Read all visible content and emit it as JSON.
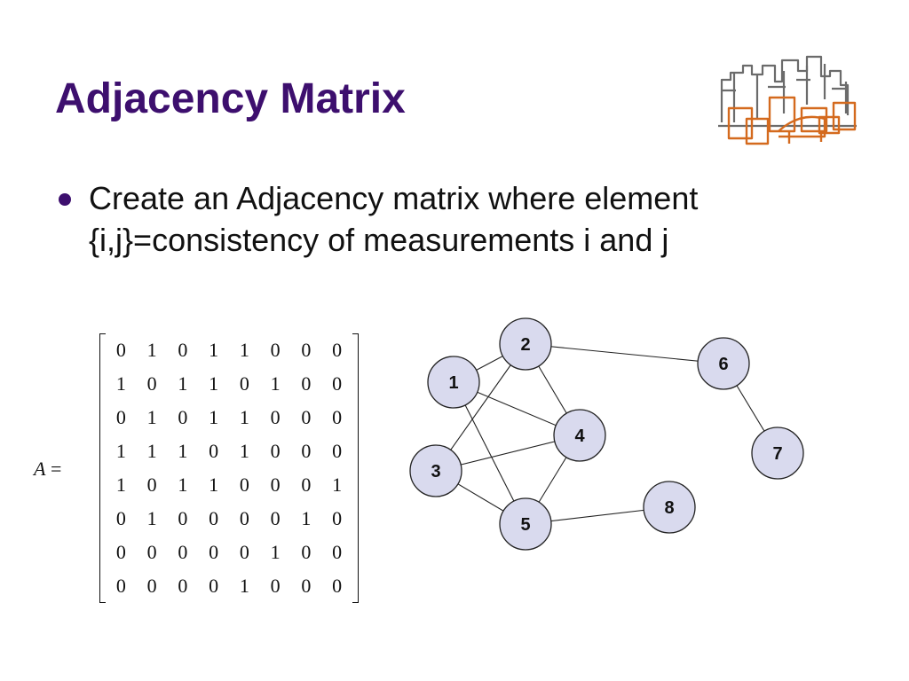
{
  "slide": {
    "title": "Adjacency Matrix",
    "bullets": [
      "Create an Adjacency matrix where element {i,j}=consistency of measurements i and j"
    ]
  },
  "logo": {
    "icon": "city-skyline-logo-icon",
    "colors": [
      "#6b6b6b",
      "#d46a1e"
    ]
  },
  "matrix": {
    "label_var": "A",
    "label_eq": "=",
    "rows": [
      [
        "0",
        "1",
        "0",
        "1",
        "1",
        "0",
        "0",
        "0"
      ],
      [
        "1",
        "0",
        "1",
        "1",
        "0",
        "1",
        "0",
        "0"
      ],
      [
        "0",
        "1",
        "0",
        "1",
        "1",
        "0",
        "0",
        "0"
      ],
      [
        "1",
        "1",
        "1",
        "0",
        "1",
        "0",
        "0",
        "0"
      ],
      [
        "1",
        "0",
        "1",
        "1",
        "0",
        "0",
        "0",
        "1"
      ],
      [
        "0",
        "1",
        "0",
        "0",
        "0",
        "0",
        "1",
        "0"
      ],
      [
        "0",
        "0",
        "0",
        "0",
        "0",
        "1",
        "0",
        "0"
      ],
      [
        "0",
        "0",
        "0",
        "0",
        "1",
        "0",
        "0",
        "0"
      ]
    ]
  },
  "graph": {
    "node_fill": "#d9daee",
    "nodes": [
      {
        "id": "1",
        "label": "1"
      },
      {
        "id": "2",
        "label": "2"
      },
      {
        "id": "3",
        "label": "3"
      },
      {
        "id": "4",
        "label": "4"
      },
      {
        "id": "5",
        "label": "5"
      },
      {
        "id": "6",
        "label": "6"
      },
      {
        "id": "7",
        "label": "7"
      },
      {
        "id": "8",
        "label": "8"
      }
    ],
    "edges": [
      [
        "1",
        "2"
      ],
      [
        "1",
        "4"
      ],
      [
        "1",
        "5"
      ],
      [
        "2",
        "3"
      ],
      [
        "2",
        "4"
      ],
      [
        "2",
        "6"
      ],
      [
        "3",
        "4"
      ],
      [
        "3",
        "5"
      ],
      [
        "4",
        "5"
      ],
      [
        "5",
        "8"
      ],
      [
        "6",
        "7"
      ]
    ]
  },
  "colors": {
    "title": "#3d0f6e",
    "bullet": "#3d0f6e",
    "text": "#111111"
  }
}
